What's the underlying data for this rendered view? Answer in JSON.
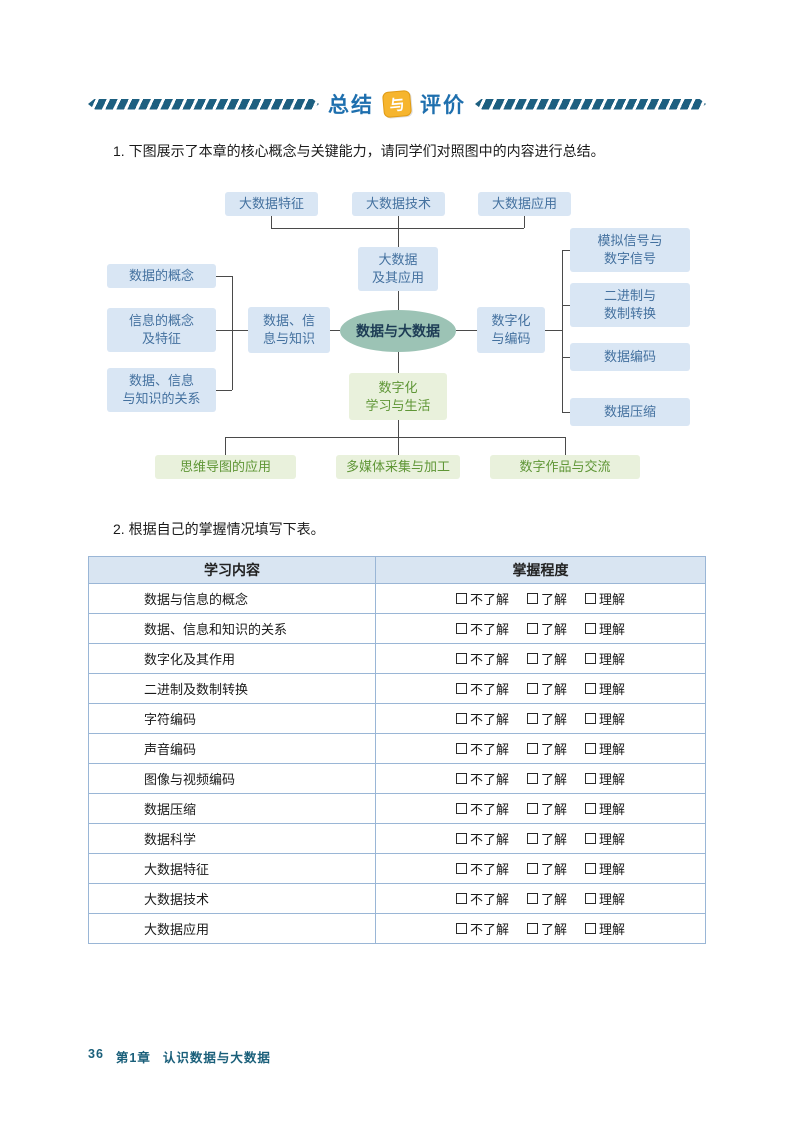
{
  "header": {
    "left_word": "总结",
    "connector": "与",
    "right_word": "评价"
  },
  "instructions": {
    "item1": "1. 下图展示了本章的核心概念与关键能力，请同学们对照图中的内容进行总结。",
    "item2": "2. 根据自己的掌握情况填写下表。"
  },
  "diagram": {
    "top": [
      "大数据特征",
      "大数据技术",
      "大数据应用"
    ],
    "bigdata_app": "大数据\n及其应用",
    "center": "数据与大数据",
    "dik": "数据、信\n息与知识",
    "left": [
      "数据的概念",
      "信息的概念\n及特征",
      "数据、信息\n与知识的关系"
    ],
    "digitize": "数字化\n与编码",
    "right": [
      "模拟信号与\n数字信号",
      "二进制与\n数制转换",
      "数据编码",
      "数据压缩"
    ],
    "digital_life": "数字化\n学习与生活",
    "bottom": [
      "思维导图的应用",
      "多媒体采集与加工",
      "数字作品与交流"
    ]
  },
  "table": {
    "headers": {
      "content": "学习内容",
      "mastery": "掌握程度"
    },
    "options": [
      "不了解",
      "了解",
      "理解"
    ],
    "rows": [
      "数据与信息的概念",
      "数据、信息和知识的关系",
      "数字化及其作用",
      "二进制及数制转换",
      "字符编码",
      "声音编码",
      "图像与视频编码",
      "数据压缩",
      "数据科学",
      "大数据特征",
      "大数据技术",
      "大数据应用"
    ]
  },
  "footer": {
    "page_number": "36",
    "chapter_label": "第1章",
    "chapter_title": "认识数据与大数据"
  },
  "colors": {
    "accent_blue": "#1e6fae",
    "ribbon_teal": "#1d5f80",
    "badge_yellow": "#f6b52e",
    "node_blue_bg": "#d9e6f4",
    "node_blue_text": "#44719f",
    "ellipse_green": "#9cc3b5",
    "ellipse_text": "#1d3c55",
    "node_green_bg": "#e9f1dc",
    "node_green_text": "#5f9636",
    "table_header_bg": "#d9e5f2",
    "table_border": "#9ab6d6",
    "footer_teal": "#1a5f7a",
    "line_color": "#4a4a4a"
  }
}
